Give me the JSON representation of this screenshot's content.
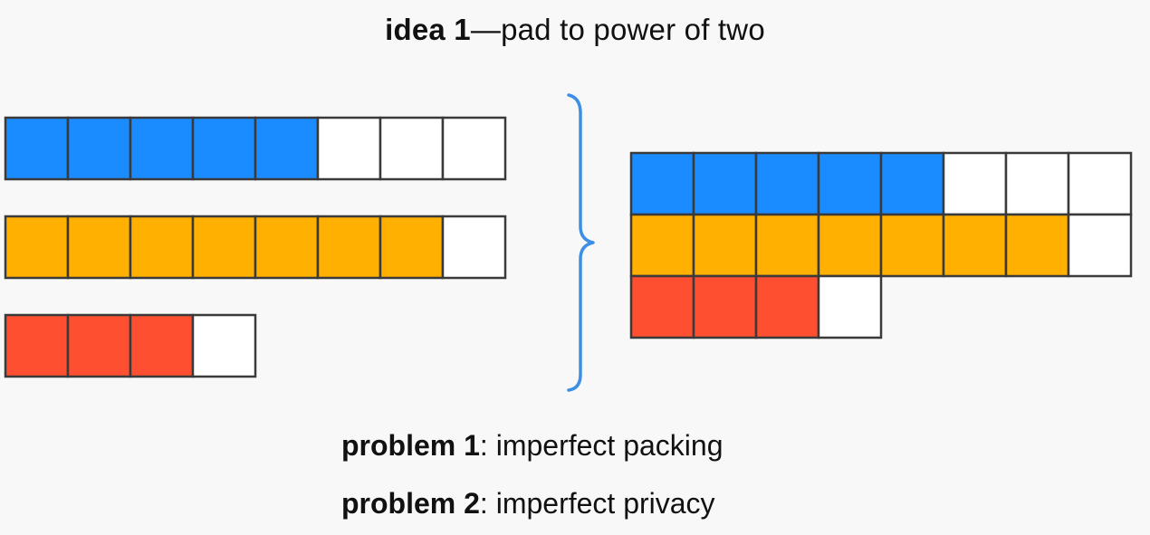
{
  "title": {
    "bold": "idea 1",
    "rest": "—pad to power of two"
  },
  "colors": {
    "blue": "#1a8cff",
    "yellow": "#ffb000",
    "red": "#fe5030",
    "empty": "#ffffff",
    "border": "#3a3a3a",
    "brace": "#3d8fe6"
  },
  "rows_left": [
    {
      "name": "blue-row",
      "filled": 5,
      "total": 8,
      "color": "blue"
    },
    {
      "name": "yellow-row",
      "filled": 7,
      "total": 8,
      "color": "yellow"
    },
    {
      "name": "red-row",
      "filled": 3,
      "total": 4,
      "color": "red"
    }
  ],
  "rows_right": [
    {
      "name": "blue-row",
      "filled": 5,
      "total": 8,
      "color": "blue"
    },
    {
      "name": "yellow-row",
      "filled": 7,
      "total": 8,
      "color": "yellow"
    },
    {
      "name": "red-row",
      "filled": 3,
      "total": 4,
      "color": "red"
    }
  ],
  "problems": [
    {
      "bold": "problem 1",
      "rest": ": imperfect packing"
    },
    {
      "bold": "problem 2",
      "rest": ": imperfect privacy"
    }
  ]
}
